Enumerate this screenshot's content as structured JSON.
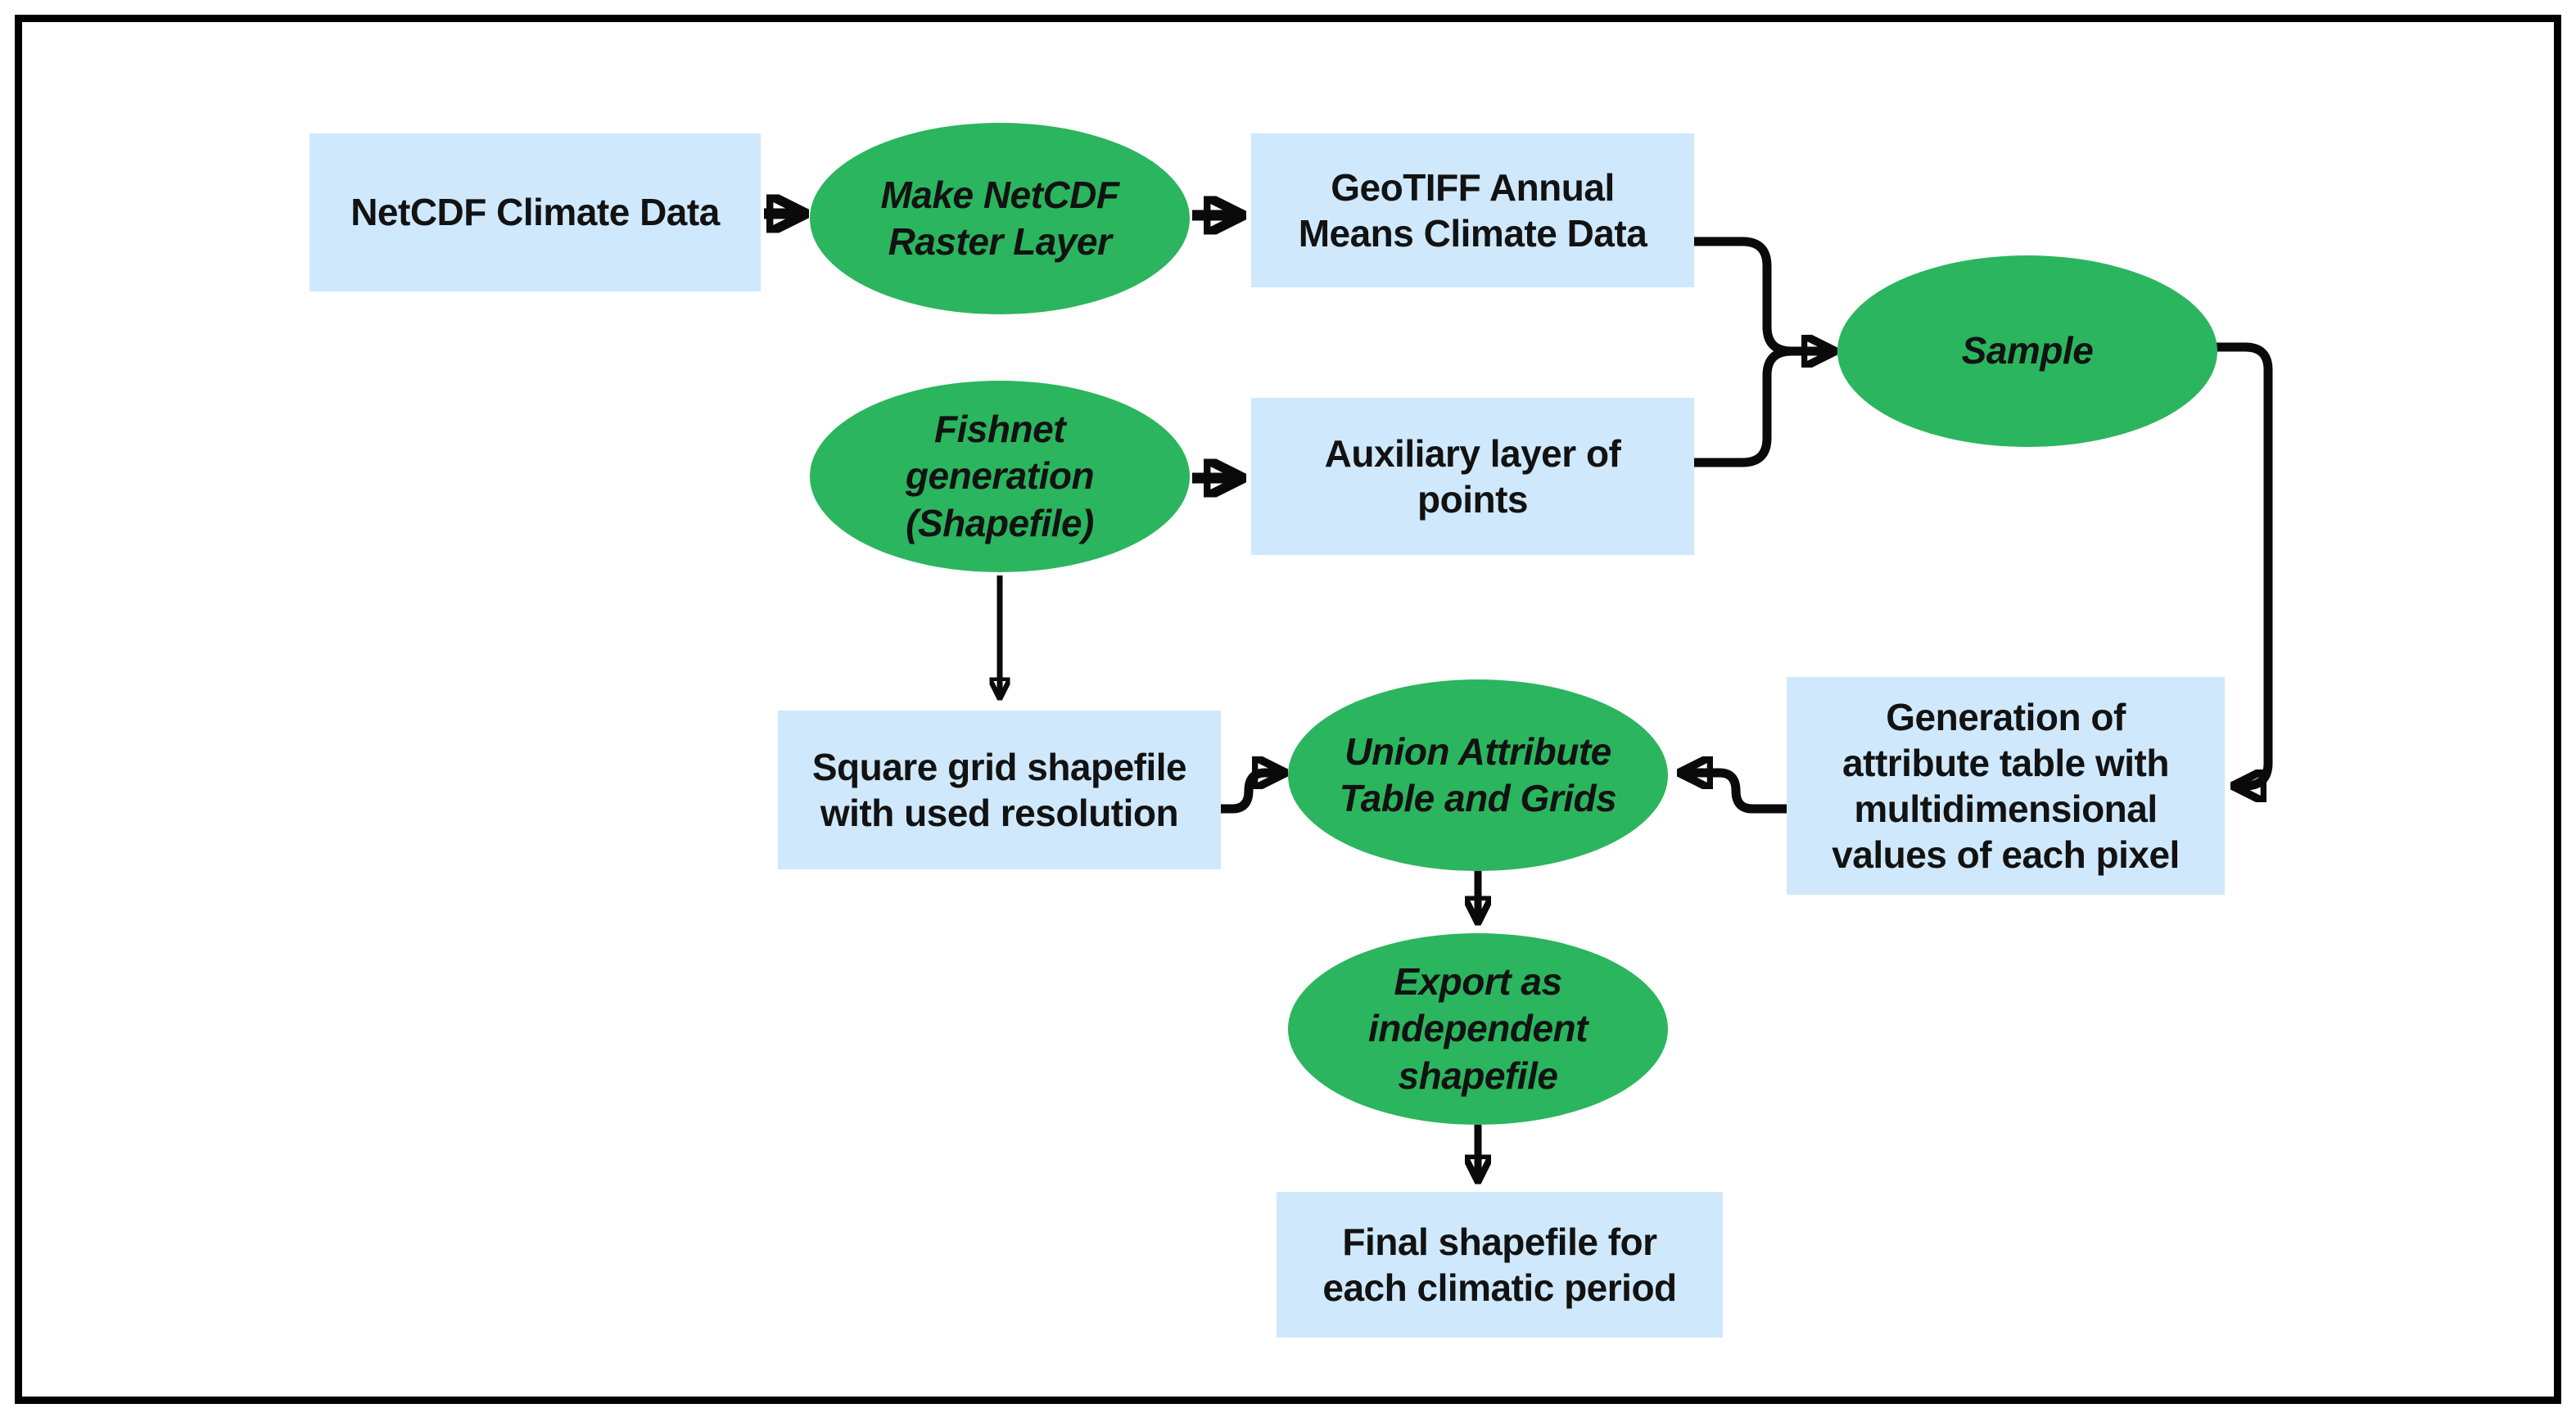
{
  "diagram": {
    "type": "flowchart",
    "description": "GIS workflow from NetCDF climate data to final shapefile",
    "colors": {
      "process_fill": "#2bb55e",
      "data_fill": "#cfe8fb",
      "arrow": "#0a0a0a",
      "text": "#121212",
      "background": "#ffffff",
      "frame": "#000000"
    },
    "nodes": {
      "netcdf_climate_data": {
        "label": "NetCDF Climate Data",
        "shape": "rect",
        "role": "data"
      },
      "make_netcdf_raster_layer": {
        "label": "Make NetCDF\nRaster Layer",
        "shape": "ellipse",
        "role": "process"
      },
      "geotiff_annual_means": {
        "label": "GeoTIFF Annual\nMeans Climate Data",
        "shape": "rect",
        "role": "data"
      },
      "fishnet_generation": {
        "label": "Fishnet\ngeneration\n(Shapefile)",
        "shape": "ellipse",
        "role": "process"
      },
      "auxiliary_layer_of_points": {
        "label": "Auxiliary layer of\npoints",
        "shape": "rect",
        "role": "data"
      },
      "sample": {
        "label": "Sample",
        "shape": "ellipse",
        "role": "process"
      },
      "square_grid_shapefile": {
        "label": "Square grid shapefile\nwith used resolution",
        "shape": "rect",
        "role": "data"
      },
      "union_attribute_table_and_grids": {
        "label": "Union Attribute\nTable and Grids",
        "shape": "ellipse",
        "role": "process"
      },
      "generation_of_attribute_table": {
        "label": "Generation of\nattribute table with\nmultidimensional\nvalues of each pixel",
        "shape": "rect",
        "role": "data"
      },
      "export_as_independent_shapefile": {
        "label": "Export as\nindependent\nshapefile",
        "shape": "ellipse",
        "role": "process"
      },
      "final_shapefile": {
        "label": "Final shapefile for\neach climatic period",
        "shape": "rect",
        "role": "data"
      }
    },
    "edges": [
      {
        "from": "netcdf_climate_data",
        "to": "make_netcdf_raster_layer"
      },
      {
        "from": "make_netcdf_raster_layer",
        "to": "geotiff_annual_means"
      },
      {
        "from": "geotiff_annual_means",
        "to": "sample"
      },
      {
        "from": "auxiliary_layer_of_points",
        "to": "sample"
      },
      {
        "from": "fishnet_generation",
        "to": "auxiliary_layer_of_points"
      },
      {
        "from": "fishnet_generation",
        "to": "square_grid_shapefile"
      },
      {
        "from": "sample",
        "to": "generation_of_attribute_table"
      },
      {
        "from": "generation_of_attribute_table",
        "to": "union_attribute_table_and_grids"
      },
      {
        "from": "square_grid_shapefile",
        "to": "union_attribute_table_and_grids"
      },
      {
        "from": "union_attribute_table_and_grids",
        "to": "export_as_independent_shapefile"
      },
      {
        "from": "export_as_independent_shapefile",
        "to": "final_shapefile"
      }
    ]
  }
}
